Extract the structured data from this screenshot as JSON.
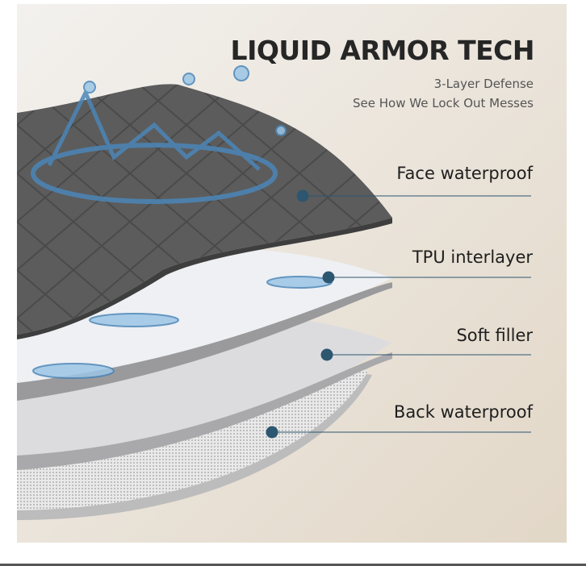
{
  "title": "LIQUID ARMOR TECH",
  "subtitle_1": "3-Layer Defense",
  "subtitle_2": "See How We Lock Out Messes",
  "layers": [
    {
      "label": "Face waterproof",
      "color": "#5a5a5a"
    },
    {
      "label": "TPU interlayer",
      "color": "#e6e8ec"
    },
    {
      "label": "Soft filler",
      "color": "#d8d8da"
    },
    {
      "label": "Back waterproof",
      "color": "#cfcfcf"
    }
  ],
  "accent": "#2d5670"
}
